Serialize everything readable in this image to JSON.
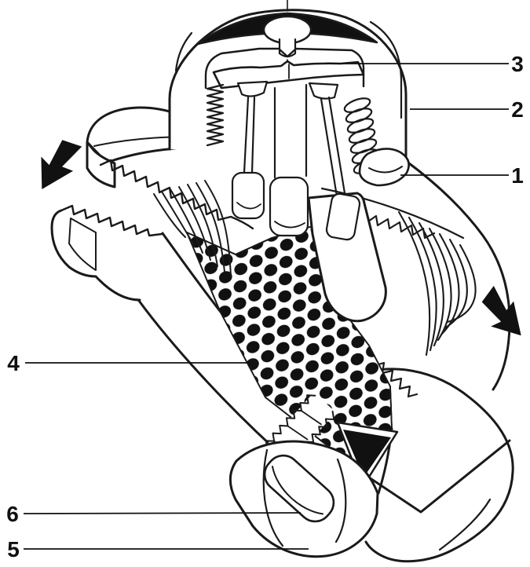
{
  "figure": {
    "type": "technical-cutaway-diagram",
    "subject": "thermodynamic steam trap with strainer, isometric cutaway line drawing",
    "colors": {
      "paper": "#ffffff",
      "ink": "#1a1a1a",
      "solid_black": "#111111"
    },
    "callouts": [
      {
        "number": "3",
        "side": "right"
      },
      {
        "number": "2",
        "side": "right"
      },
      {
        "number": "1",
        "side": "right"
      },
      {
        "number": "4",
        "side": "left"
      },
      {
        "number": "6",
        "side": "left"
      },
      {
        "number": "5",
        "side": "left"
      }
    ],
    "icons": {
      "inlet_arrow": "flow-arrow-down-left",
      "outlet_arrow": "flow-arrow-down-right"
    }
  }
}
